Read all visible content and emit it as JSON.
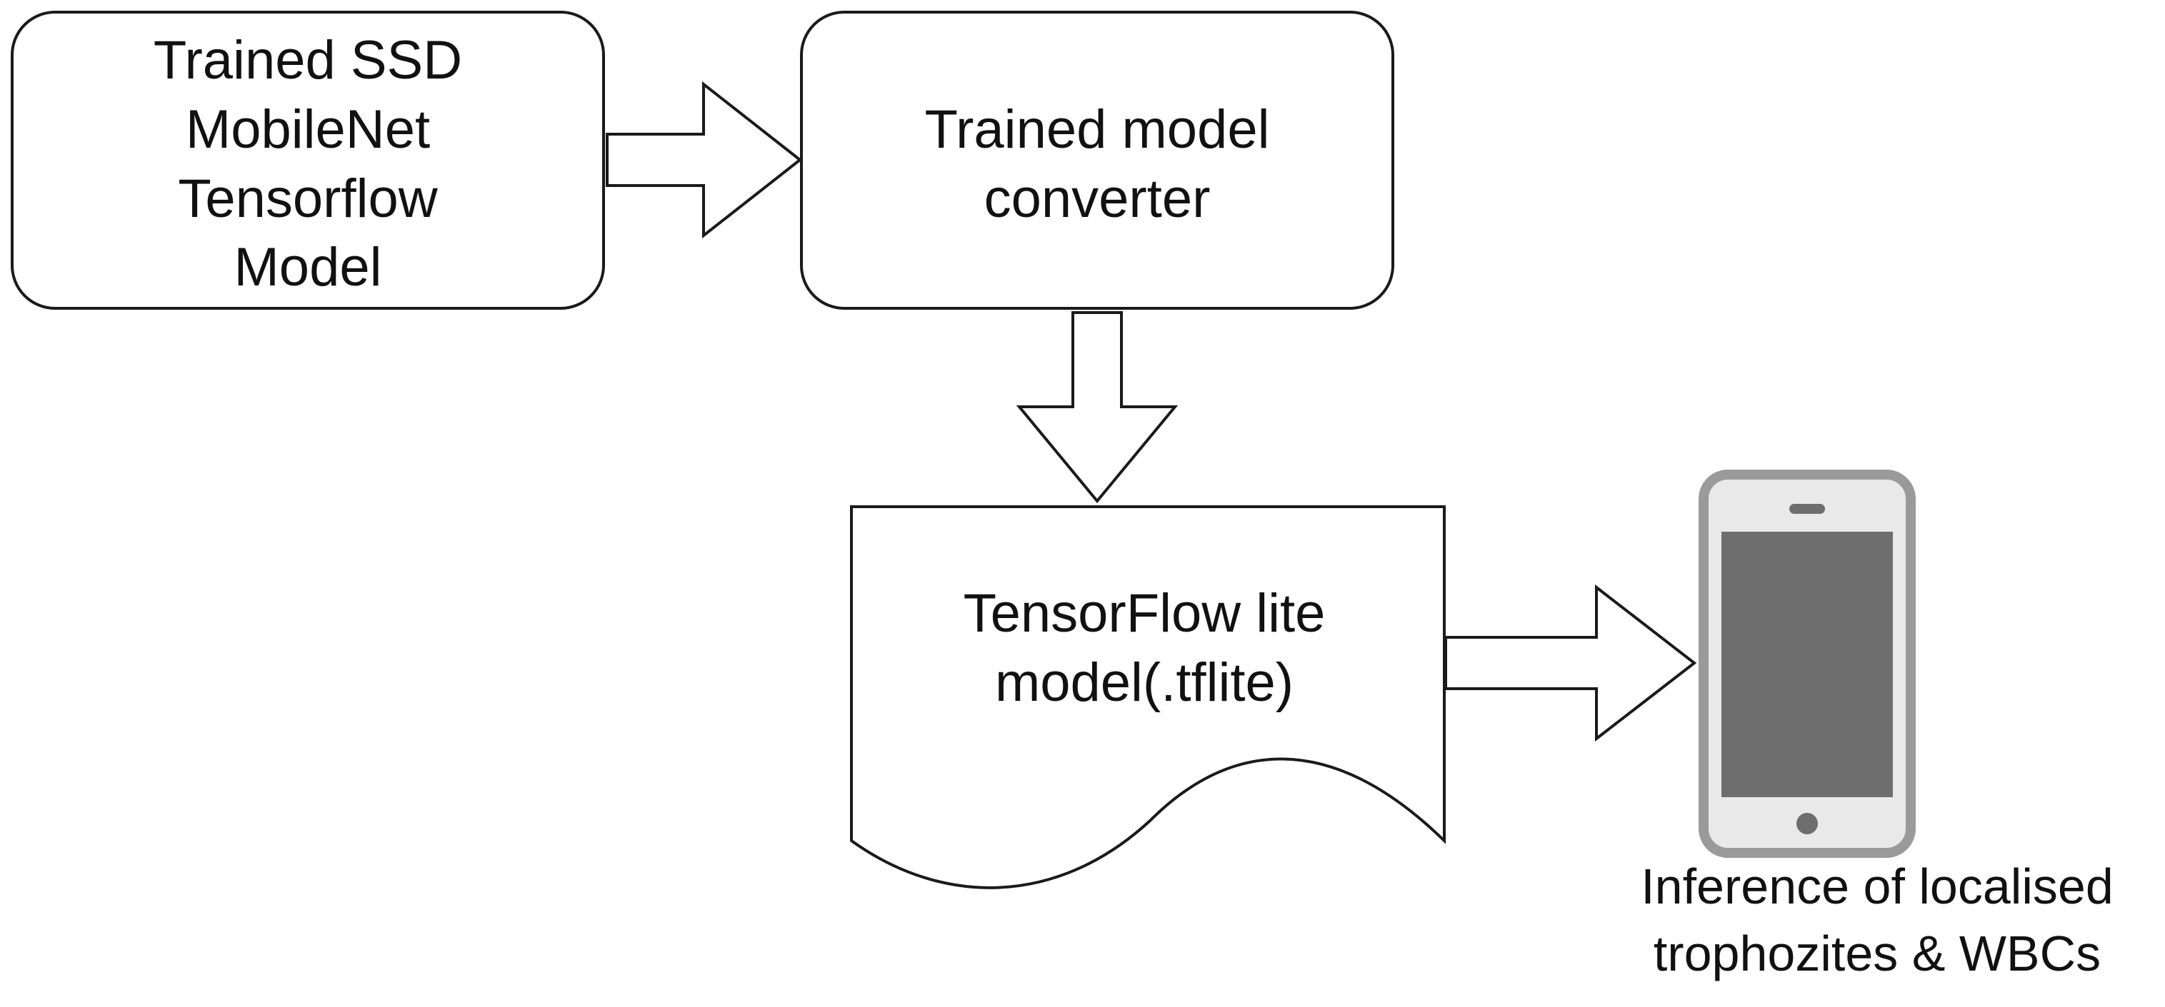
{
  "diagram": {
    "nodes": {
      "trained_model": {
        "lines": [
          "Trained SSD",
          "MobileNet",
          "Tensorflow",
          "Model"
        ]
      },
      "converter": {
        "lines": [
          "Trained model",
          "converter"
        ]
      },
      "tflite_model": {
        "lines": [
          "TensorFlow lite",
          "model(.tflite)"
        ]
      },
      "phone": {
        "icon": "smartphone-icon",
        "caption_lines": [
          "Inference of localised",
          "trophozites & WBCs"
        ]
      }
    },
    "edges": [
      {
        "from": "trained_model",
        "to": "converter",
        "icon": "block-arrow-right-icon"
      },
      {
        "from": "converter",
        "to": "tflite_model",
        "icon": "block-arrow-down-icon"
      },
      {
        "from": "tflite_model",
        "to": "phone",
        "icon": "block-arrow-right-icon"
      }
    ],
    "colors": {
      "stroke": "#1a1a1a",
      "text": "#111111",
      "phone_frame": "#9a9a9a",
      "phone_screen": "#6e6e6e",
      "phone_bezel": "#e9e9e9"
    }
  }
}
